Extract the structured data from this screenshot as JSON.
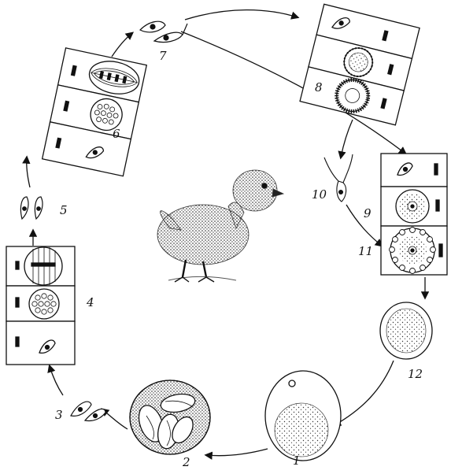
{
  "figure": {
    "stage_labels": {
      "s1": "1",
      "s2": "2",
      "s3": "3",
      "s4": "4",
      "s5": "5",
      "s6": "6",
      "s7": "7",
      "s8": "8",
      "s9": "9",
      "s10": "10",
      "s11": "11",
      "s12": "12"
    },
    "center_image": "chick-icon",
    "line_color": "#111111",
    "background": "#ffffff"
  }
}
